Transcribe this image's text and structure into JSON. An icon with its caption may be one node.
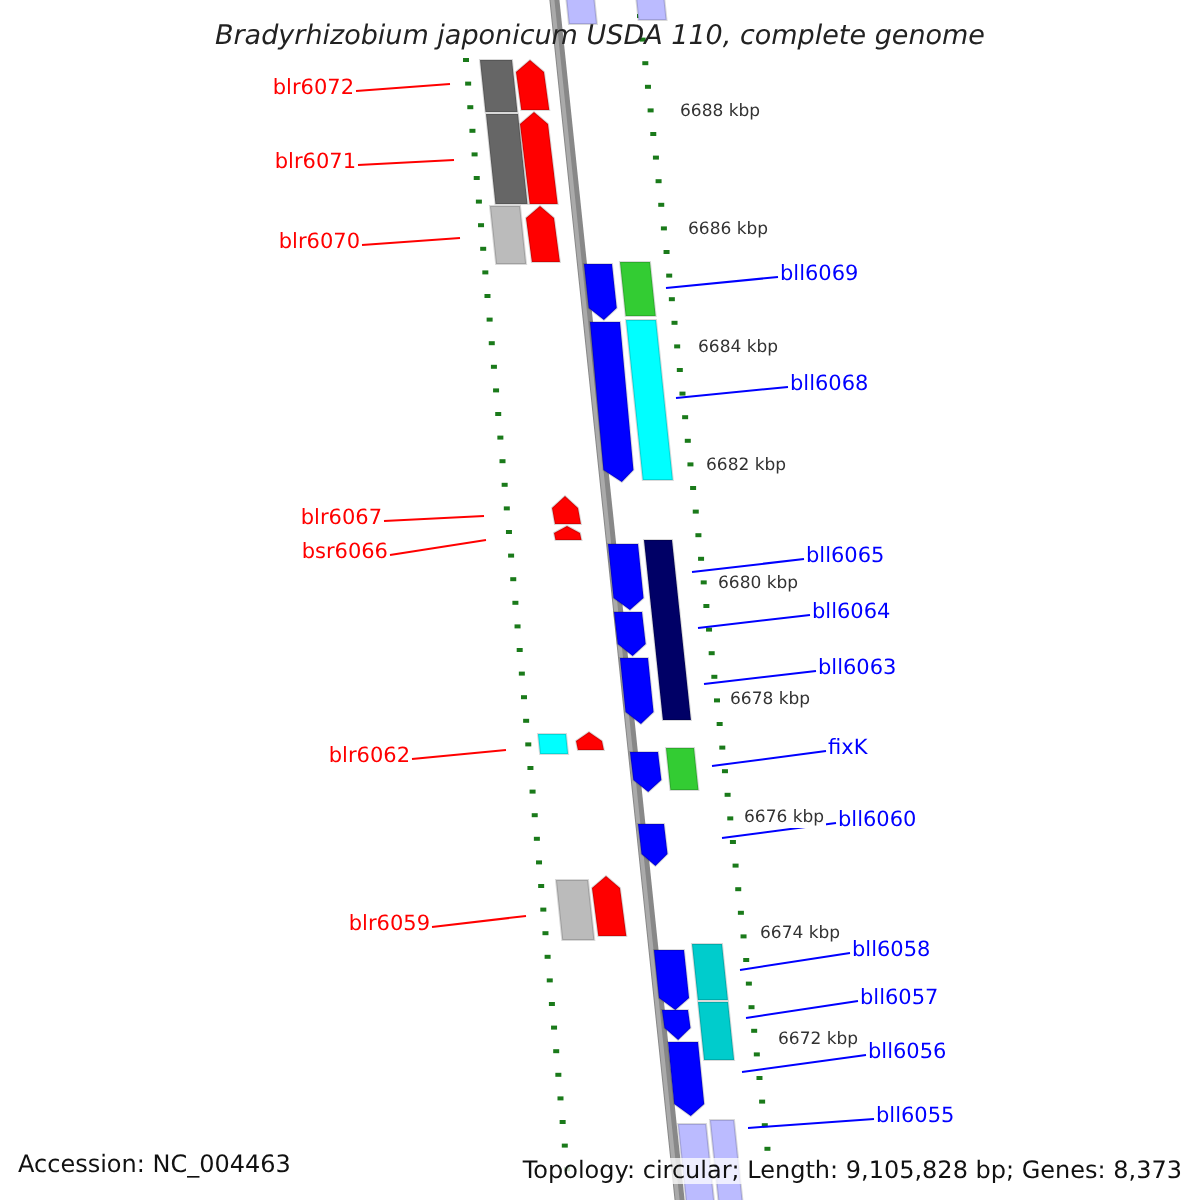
{
  "diagram": {
    "title": "Bradyrhizobium japonicum USDA 110, complete genome",
    "nodes": [
      {
        "text": [
          "blr6072"
        ]
      },
      {
        "text": [
          "blr6071"
        ]
      },
      {
        "text": [
          "blr6070"
        ]
      },
      {
        "text": [
          "bll6069"
        ]
      },
      {
        "text": [
          "bll6068"
        ]
      },
      {
        "text": [
          "blr6067"
        ]
      },
      {
        "text": [
          "bsr6066"
        ]
      },
      {
        "text": [
          "bll6065"
        ]
      },
      {
        "text": [
          "bll6064"
        ]
      },
      {
        "text": [
          "bll6063"
        ]
      },
      {
        "text": [
          "fixK"
        ]
      },
      {
        "text": [
          "blr6062"
        ]
      },
      {
        "text": [
          "bll6060"
        ]
      },
      {
        "text": [
          "blr6059"
        ]
      },
      {
        "text": [
          "bll6058"
        ]
      },
      {
        "text": [
          "bll6057"
        ]
      },
      {
        "text": [
          "bll6056"
        ]
      },
      {
        "text": [
          "bll6055"
        ]
      }
    ],
    "edges": [
      {
        "from": 0,
        "to": null,
        "arrow": "none",
        "color": "#ff0000"
      },
      {
        "from": 1,
        "to": null,
        "arrow": "none",
        "color": "#ff0000"
      },
      {
        "from": 2,
        "to": null,
        "arrow": "none",
        "color": "#ff0000"
      },
      {
        "from": 3,
        "to": null,
        "arrow": "none"
      },
      {
        "from": 4,
        "to": null,
        "arrow": "none"
      },
      {
        "from": 5,
        "to": null,
        "arrow": "none",
        "color": "#ff0000"
      },
      {
        "from": 6,
        "to": null,
        "arrow": "none",
        "color": "#ff0000"
      },
      {
        "from": 7,
        "to": null,
        "arrow": "none"
      },
      {
        "from": 8,
        "to": null,
        "arrow": "none"
      },
      {
        "from": 9,
        "to": null,
        "arrow": "none"
      },
      {
        "from": 10,
        "to": null,
        "arrow": "none"
      },
      {
        "from": 11,
        "to": null,
        "arrow": "none",
        "color": "#ff0000"
      },
      {
        "from": 12,
        "to": null,
        "arrow": "none"
      },
      {
        "from": 13,
        "to": null,
        "arrow": "none",
        "color": "#ff0000"
      },
      {
        "from": 14,
        "to": null,
        "arrow": "none"
      },
      {
        "from": 15,
        "to": null,
        "arrow": "none"
      },
      {
        "from": 16,
        "to": null,
        "arrow": "none"
      },
      {
        "from": 17,
        "to": null,
        "arrow": "none"
      }
    ],
    "labels": [
      "6688 kbp",
      "6686 kbp",
      "6684 kbp",
      "6682 kbp",
      "6680 kbp",
      "6678 kbp",
      "6676 kbp",
      "6674 kbp",
      "6672 kbp",
      "Accession: NC_004463",
      "Topology: circular; Length: 9,105,828 bp; Genes: 8,373"
    ]
  }
}
